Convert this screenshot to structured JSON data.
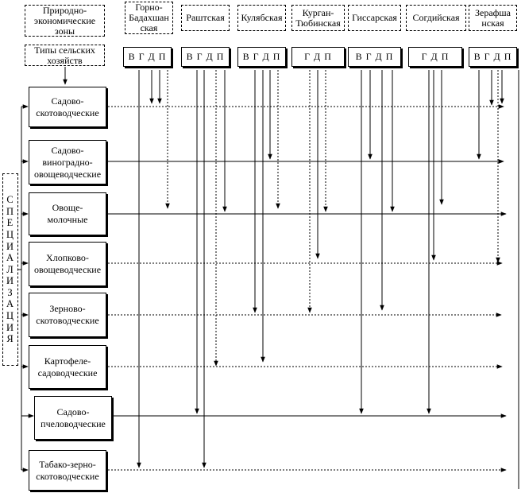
{
  "header": {
    "zones_label": "Природно-экономические зоны",
    "types_label": "Типы сельских хозяйств"
  },
  "regions": [
    {
      "name": "Горно-Бадахшанская",
      "label_lines": [
        "Горно-",
        "Бадахшан",
        "ская"
      ],
      "codes": "В Г Д П"
    },
    {
      "name": "Раштская",
      "label_lines": [
        "Раштская"
      ],
      "codes": "В Г Д П"
    },
    {
      "name": "Кулябская",
      "label_lines": [
        "Кулябская"
      ],
      "codes": "В Г Д П"
    },
    {
      "name": "Курган-Тюбинская",
      "label_lines": [
        "Курган-",
        "Тюбинская"
      ],
      "codes": "Г Д П"
    },
    {
      "name": "Гиссарская",
      "label_lines": [
        "Гиссарская"
      ],
      "codes": "В Г Д П"
    },
    {
      "name": "Согдийская",
      "label_lines": [
        "Согдийская"
      ],
      "codes": "Г Д П"
    },
    {
      "name": "Зерафшанская",
      "label_lines": [
        "Зерафша",
        "нская"
      ],
      "codes": "В Г Д П"
    }
  ],
  "specialization": {
    "label": "СПЕЦИАЛИЗАЦИЯ",
    "letters": [
      "С",
      "П",
      "Е",
      "Ц",
      "И",
      "А",
      "Л",
      "И",
      "З",
      "А",
      "Ц",
      "И",
      "Я"
    ]
  },
  "farm_types": [
    {
      "lines": [
        "Садово-",
        "скотоводческие"
      ]
    },
    {
      "lines": [
        "Садово-",
        "виноградно-",
        "овощеводческие"
      ]
    },
    {
      "lines": [
        "Овоще-",
        "молочные"
      ]
    },
    {
      "lines": [
        "Хлопково-",
        "овощеводческие"
      ]
    },
    {
      "lines": [
        "Зерново-",
        "скотоводческие"
      ]
    },
    {
      "lines": [
        "Картофеле-",
        "садоводческие"
      ]
    },
    {
      "lines": [
        "Садово-",
        "пчеловодческие"
      ]
    },
    {
      "lines": [
        "Табако-зерно-",
        "скотоводческие"
      ]
    }
  ],
  "colors": {
    "line": "#000000",
    "background": "#ffffff"
  }
}
